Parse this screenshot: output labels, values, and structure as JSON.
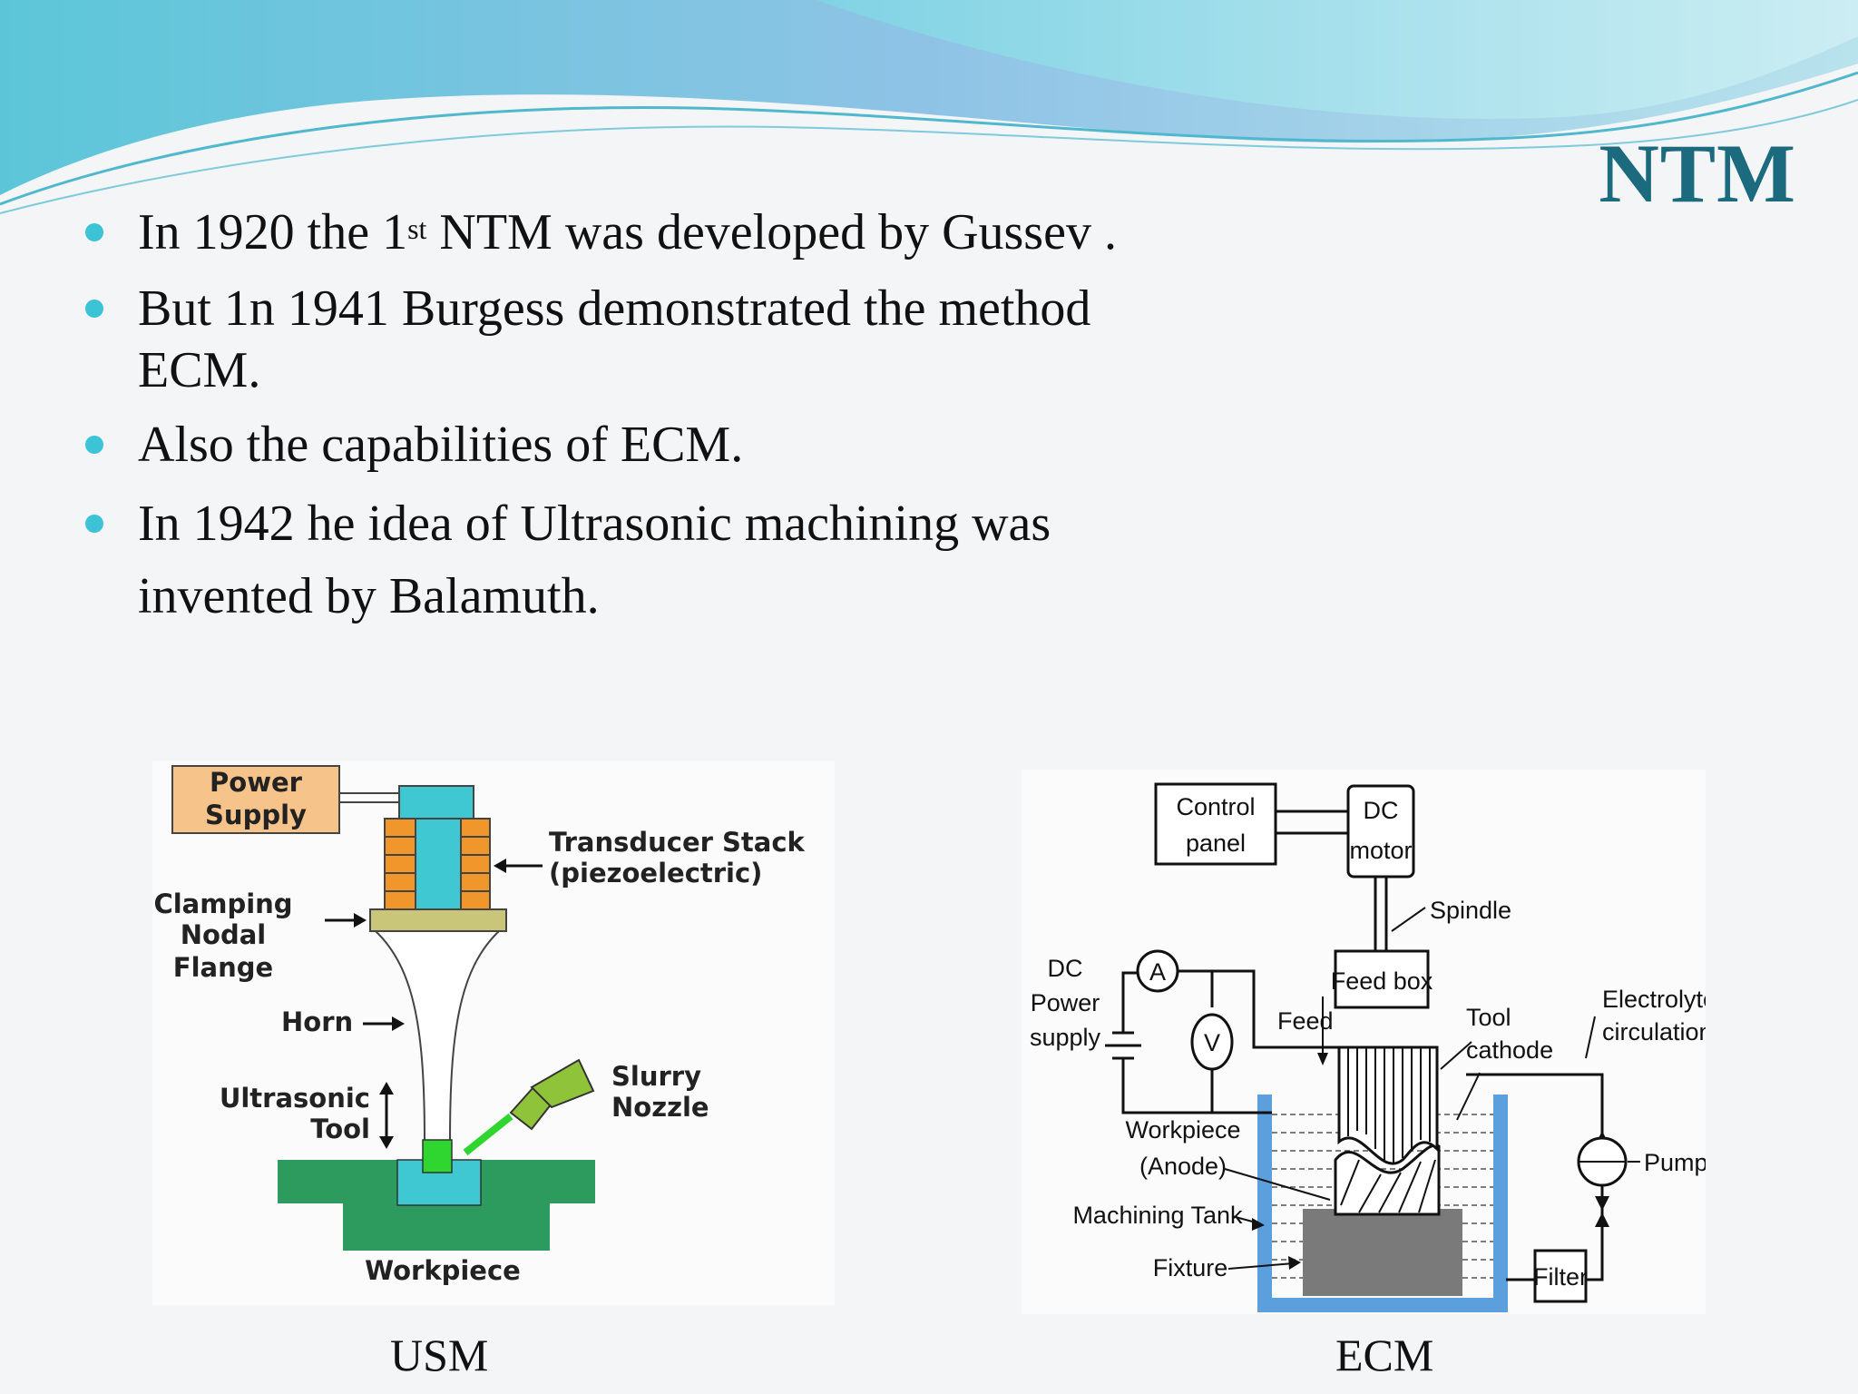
{
  "slide": {
    "title": "NTM",
    "bullets": [
      {
        "pre": "In 1920 the 1",
        "sup": "st",
        "post": " NTM was developed by Gussev ."
      },
      {
        "line1": "But 1n 1941 Burgess demonstrated the method",
        "line2": "ECM."
      },
      {
        "text": "Also the capabilities of ECM."
      },
      {
        "line1": "In 1942 he idea of Ultrasonic machining was",
        "line2": "invented by Balamuth."
      }
    ]
  },
  "usm": {
    "caption": "USM",
    "labels": {
      "power1": "Power",
      "power2": "Supply",
      "transducer1": "Transducer Stack",
      "transducer2": "(piezoelectric)",
      "clamp1": "Clamping",
      "clamp2": "Nodal",
      "clamp3": "Flange",
      "horn": "Horn",
      "ultra1": "Ultrasonic",
      "ultra2": "Tool",
      "slurry1": "Slurry",
      "slurry2": "Nozzle",
      "workpiece": "Workpiece"
    }
  },
  "ecm": {
    "caption": "ECM",
    "labels": {
      "control1": "Control",
      "control2": "panel",
      "dc1": "DC",
      "dc2": "motor",
      "spindle": "Spindle",
      "dcps1": "DC",
      "dcps2": "Power",
      "dcps3": "supply",
      "ammeter": "A",
      "voltmeter": "V",
      "feedbox": "Feed box",
      "feed": "Feed",
      "tool1": "Tool",
      "tool2": "cathode",
      "electrolyte1": "Electrolyte",
      "electrolyte2": "circulation",
      "workpiece1": "Workpiece",
      "workpiece2": "(Anode)",
      "tank": "Machining Tank",
      "pump": "Pump",
      "fixture": "Fixture",
      "filter": "Filter"
    }
  },
  "colors": {
    "title": "#1b6a7d",
    "bullet": "#3cc4d6",
    "power_supply_fill": "#f6c48a",
    "transducer_orange": "#f0962a",
    "transducer_cyan": "#40c8d2",
    "flange": "#c9c67a",
    "workpiece_green": "#2d9b5e",
    "slurry_nozzle": "#8fc33a",
    "tank_blue": "#5b9fdc",
    "fixture_gray": "#7a7a7a"
  }
}
